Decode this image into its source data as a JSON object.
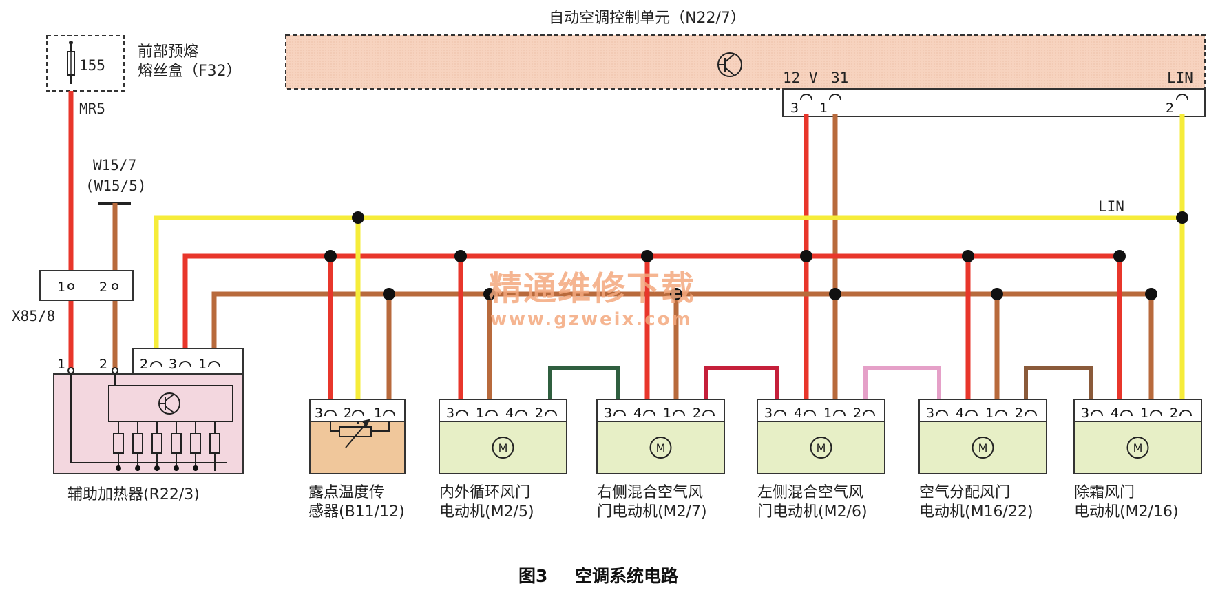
{
  "colors": {
    "red": "#e8362b",
    "brown": "#b86a3c",
    "yellow": "#f6ec3a",
    "green_wire": "#2f5f3f",
    "darkred_wire": "#c51f3a",
    "pink_wire": "#e5a0c8",
    "tan_wire": "#8a5a3a",
    "ecu_fill": "#f7d3bf",
    "motor_fill": "#e7efc6",
    "heater_fill": "#f3d7df",
    "sensor_fill": "#f0c79b",
    "watermark": "#f4a97e"
  },
  "icons": [
    "transistor-icon",
    "fuse-icon",
    "motor-icon",
    "resistor-icon",
    "variable-resistor-icon"
  ],
  "ecu": {
    "title": "自动空调控制单元（N22/7）",
    "pin_12v": "12 V",
    "pin_31": "31",
    "pin_lin": "LIN",
    "pin_3": "3",
    "pin_1": "1",
    "pin_2": "2"
  },
  "fuse": {
    "number": "155",
    "label_line1": "前部预熔",
    "label_line2": "熔丝盒（F32）",
    "wire": "MR5"
  },
  "ground": {
    "line1": "W15/7",
    "line2": "(W15/5)"
  },
  "connector": {
    "name": "X85/8",
    "pin1": "1",
    "pin2": "2"
  },
  "lin_bus": "LIN",
  "heater": {
    "label": "辅助加热器(R22/3)",
    "pin1": "1",
    "pin2": "2",
    "top_pins": [
      "2",
      "3",
      "1"
    ]
  },
  "sensor": {
    "label_line1": "露点温度传",
    "label_line2": "感器(B11/12)",
    "pins": [
      "3",
      "2",
      "1"
    ]
  },
  "motors": [
    {
      "pins": [
        "3",
        "1",
        "4",
        "2"
      ],
      "label_line1": "内外循环风门",
      "label_line2": "电动机(M2/5)"
    },
    {
      "pins": [
        "3",
        "4",
        "1",
        "2"
      ],
      "label_line1": "右侧混合空气风",
      "label_line2": "门电动机(M2/7)"
    },
    {
      "pins": [
        "3",
        "4",
        "1",
        "2"
      ],
      "label_line1": "左侧混合空气风",
      "label_line2": "门电动机(M2/6)"
    },
    {
      "pins": [
        "3",
        "4",
        "1",
        "2"
      ],
      "label_line1": "空气分配风门",
      "label_line2": "电动机(M16/22)"
    },
    {
      "pins": [
        "3",
        "4",
        "1",
        "2"
      ],
      "label_line1": "除霜风门",
      "label_line2": "电动机(M2/16)"
    }
  ],
  "motor_symbol": "M",
  "watermark": {
    "line1": "精通维修下载",
    "line2": "www.gzweix.com"
  },
  "caption": {
    "fig": "图3",
    "title": "空调系统电路"
  }
}
